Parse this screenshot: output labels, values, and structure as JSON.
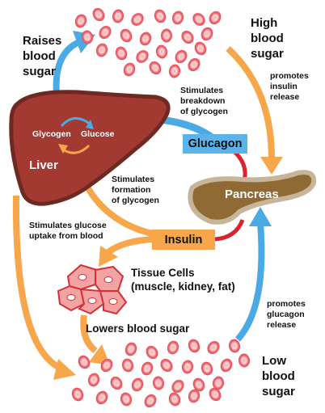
{
  "labels": {
    "raises_blood_sugar": "Raises\nblood\nsugar",
    "high_blood_sugar": "High\nblood\nsugar",
    "low_blood_sugar": "Low\nblood\nsugar",
    "stimulates_breakdown": "Stimulates\nbreakdown\nof glycogen",
    "stimulates_formation": "Stimulates\nformation\nof glycogen",
    "stimulates_uptake": "Stimulates glucose\nuptake from blood",
    "promotes_insulin": "promotes\ninsulin\nrelease",
    "promotes_glucagon": "promotes\nglucagon\nrelease",
    "lowers_blood_sugar": "Lowers blood sugar",
    "tissue_cells": "Tissue Cells\n(muscle, kidney, fat)"
  },
  "organs": {
    "liver": "Liver",
    "glycogen": "Glycogen",
    "glucose": "Glucose",
    "pancreas": "Pancreas"
  },
  "hormones": {
    "glucagon": "Glucagon",
    "insulin": "Insulin"
  },
  "colors": {
    "blue_arrow": "#4aaae6",
    "orange_arrow": "#f7a64a",
    "red_link": "#d9232e",
    "liver": "#a33a32",
    "liver_edge": "#6e2a22",
    "pancreas": "#8f6a35",
    "pancreas_edge": "#c7b59a",
    "glucagon_box": "#5ab3ea",
    "insulin_box": "#f7a64a",
    "blood_cell": "#ef6b73"
  }
}
